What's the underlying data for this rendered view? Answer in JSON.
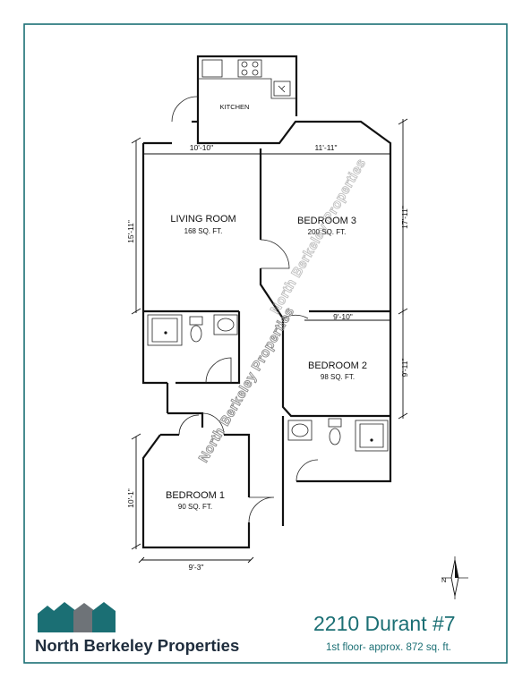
{
  "rooms": {
    "kitchen": {
      "name": "KITCHEN"
    },
    "living_room": {
      "name": "LIVING ROOM",
      "area": "168 SQ. FT."
    },
    "bedroom3": {
      "name": "BEDROOM 3",
      "area": "200 SQ. FT."
    },
    "bedroom2": {
      "name": "BEDROOM 2",
      "area": "98 SQ. FT."
    },
    "bedroom1": {
      "name": "BEDROOM 1",
      "area": "90 SQ. FT."
    }
  },
  "dimensions": {
    "living_width": "10'-10\"",
    "living_height": "15'-11\"",
    "bed3_width": "11'-11\"",
    "bed3_height": "17'-11\"",
    "bed2_width": "9'-10\"",
    "bed2_height": "9'-11\"",
    "bed1_width": "9'-3\"",
    "bed1_height": "10'-1\""
  },
  "watermark": "North Berkeley Properties",
  "compass": {
    "north_label": "N"
  },
  "brand": {
    "name": "North Berkeley Properties",
    "logo_colors": [
      "#1b6f74",
      "#6e7378",
      "#1b6f74"
    ]
  },
  "listing": {
    "address": "2210 Durant #7",
    "details": "1st floor- approx. 872 sq. ft."
  },
  "colors": {
    "accent": "#1b6f74",
    "frame": "#1b6f74",
    "wall": "#111111"
  }
}
